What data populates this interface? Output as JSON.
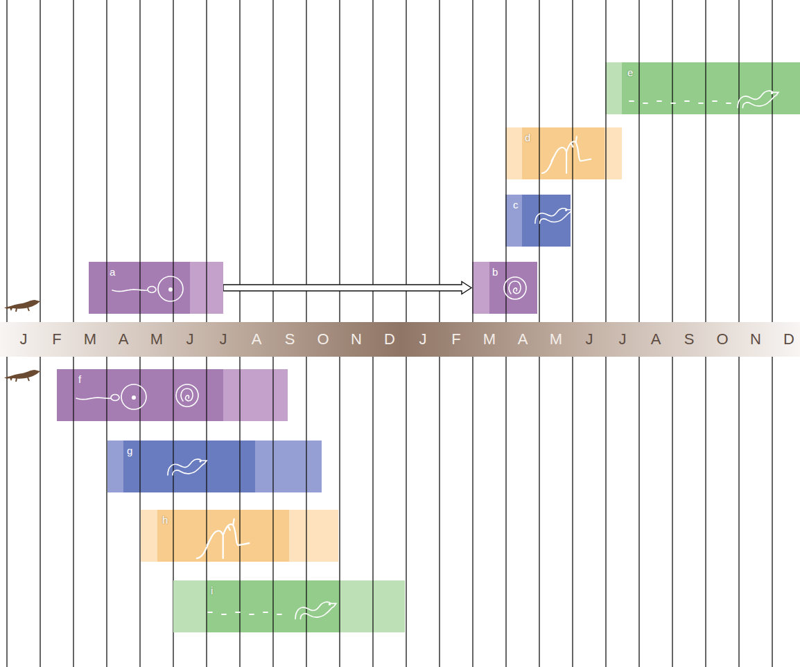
{
  "diagram": {
    "nodes": [
      {
        "text": [
          "e"
        ]
      },
      {
        "text": [
          "d"
        ]
      },
      {
        "text": [
          "c"
        ]
      },
      {
        "text": [
          "a"
        ]
      },
      {
        "text": [
          "b"
        ]
      },
      {
        "text": [
          "f"
        ]
      },
      {
        "text": [
          "g"
        ]
      },
      {
        "text": [
          "h"
        ]
      },
      {
        "text": [
          "i"
        ]
      }
    ],
    "edges": [
      {
        "from": 3,
        "to": 4,
        "arrow": "to"
      }
    ],
    "labels": [
      "J",
      "F",
      "M",
      "A",
      "M",
      "J",
      "J",
      "A",
      "S",
      "O",
      "N",
      "D",
      "J",
      "F",
      "M",
      "A",
      "M",
      "J",
      "J",
      "A",
      "S",
      "O",
      "N",
      "D"
    ]
  }
}
